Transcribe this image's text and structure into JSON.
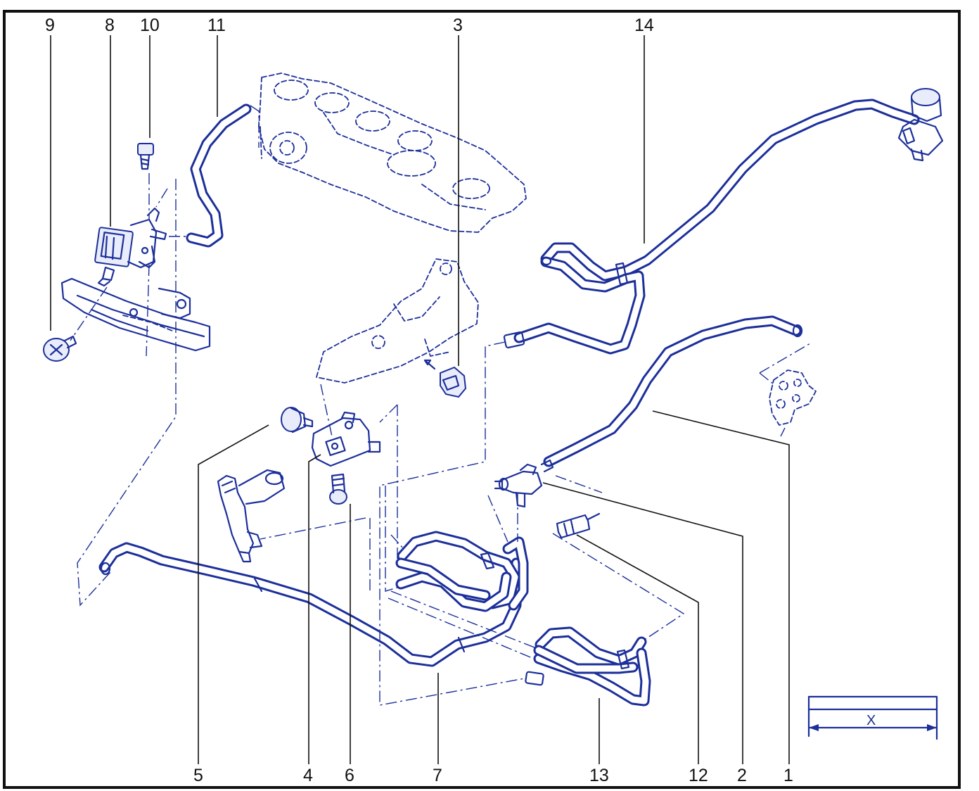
{
  "labels": {
    "top": [
      "9",
      "8",
      "10",
      "11",
      "3",
      "14"
    ],
    "bottom": [
      "5",
      "4",
      "6",
      "7",
      "13",
      "12",
      "2",
      "1"
    ]
  },
  "dimension_mark": "X",
  "colors": {
    "line": "#1c2f9a",
    "text": "#111111",
    "frame": "#111111"
  }
}
